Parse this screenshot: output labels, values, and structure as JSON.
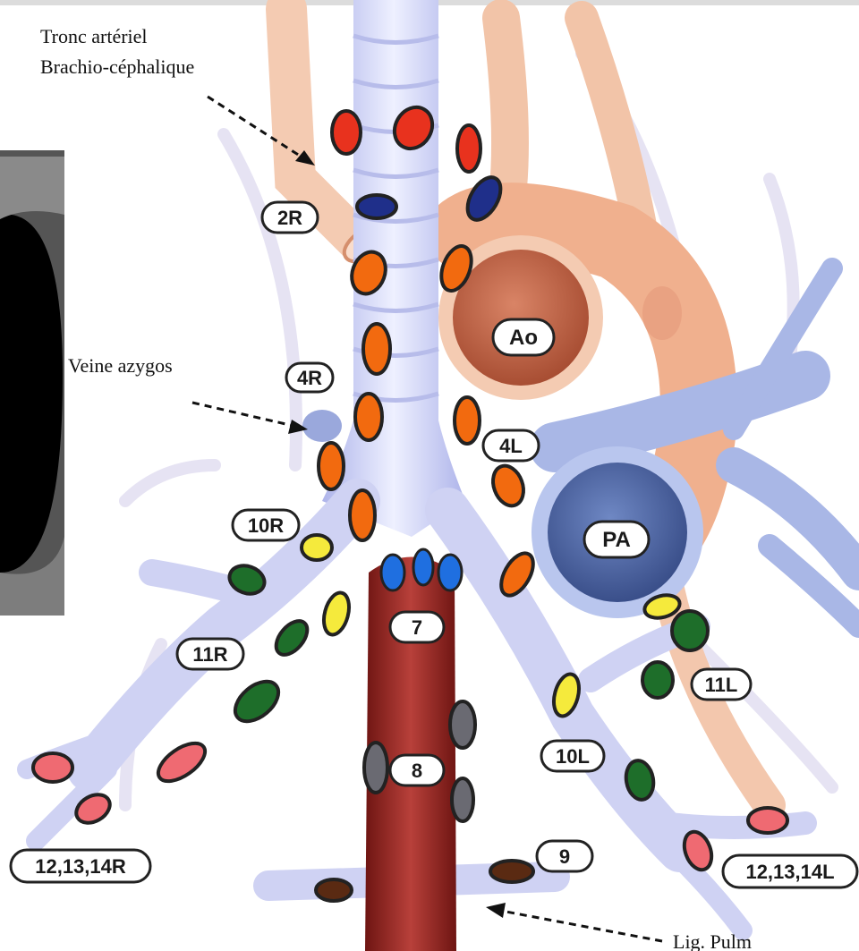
{
  "annotations": {
    "brachio_line1": "Tronc artériel",
    "brachio_line2": "Brachio-céphalique",
    "azygos": "Veine azygos",
    "lig_pulm": "Lig. Pulm"
  },
  "labels": {
    "l2R": "2R",
    "l4R": "4R",
    "l4L": "4L",
    "l10R": "10R",
    "l10L": "10L",
    "l11R": "11R",
    "l11L": "11L",
    "l7": "7",
    "l8": "8",
    "l9": "9",
    "l12R": "12,13,14R",
    "l12L": "12,13,14L",
    "ao": "Ao",
    "pa": "PA"
  },
  "colors": {
    "station_2": "#e8321e",
    "station_3": "#1f2f8a",
    "station_4": "#f26a0f",
    "station_7": "#1f6fe0",
    "station_8": "#6a6a72",
    "station_9": "#5a2a12",
    "station_10": "#f5ea3c",
    "station_11": "#1e6e2a",
    "station_12_14": "#ef6a72",
    "trachea": "#c9cdf2",
    "aorta": "#e39a74",
    "pulmonary_artery": "#8fa3d6",
    "esophagus": "#9a2a25"
  }
}
